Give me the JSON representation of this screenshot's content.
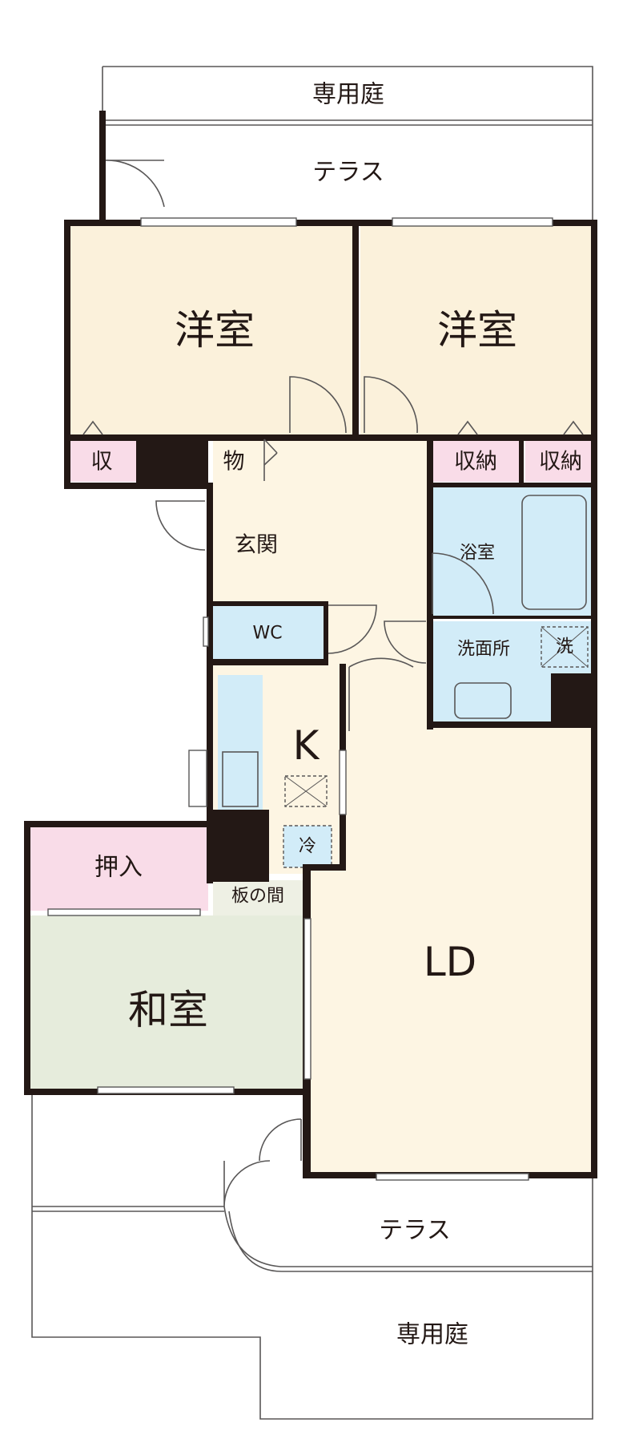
{
  "rooms": {
    "private_garden_top": "専用庭",
    "terrace_top": "テラス",
    "western_room_left": "洋室",
    "western_room_right": "洋室",
    "storage_small": "収",
    "storage_mono": "物",
    "storage_right_1": "収納",
    "storage_right_2": "収納",
    "entrance": "玄関",
    "bathroom": "浴室",
    "wc": "WC",
    "washroom": "洗面所",
    "washer": "洗",
    "kitchen": "K",
    "fridge": "冷",
    "closet": "押入",
    "wood_floor": "板の間",
    "japanese_room": "和室",
    "living_dining": "LD",
    "terrace_bottom": "テラス",
    "private_garden_bottom": "専用庭"
  },
  "colors": {
    "western": "#fbf1db",
    "hall": "#fdf5e3",
    "storage": "#f9dce8",
    "wet": "#d2ecf8",
    "japanese": "#e6ecdc",
    "wood": "#eef0e4",
    "ld": "#fdf5e3",
    "wall": "#231815"
  }
}
